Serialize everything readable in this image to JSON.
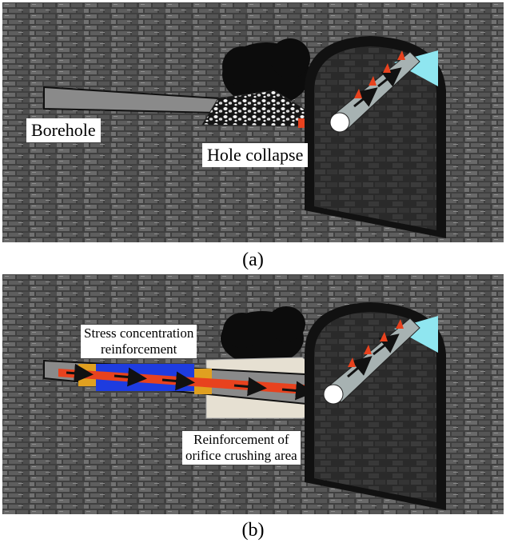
{
  "panel_a": {
    "borehole_label": "Borehole",
    "collapse_label": "Hole collapse",
    "caption": "(a)"
  },
  "panel_b": {
    "stress_label_line1": "Stress concentration",
    "stress_label_line2": "reinforcement",
    "orifice_label_line1": "Reinforcement of",
    "orifice_label_line2": "orifice crushing area",
    "caption": "(b)"
  },
  "colors": {
    "rock": "#4a4a4a",
    "borehole": "#8a8a8a",
    "arrow_flow": "#e8421e",
    "stress_zone": "#1e3ce0",
    "sleeve": "#e0a020",
    "orifice_zone": "#e6e0d2",
    "pipe": "#a7b2b2",
    "sky": "#8fe6f0"
  }
}
